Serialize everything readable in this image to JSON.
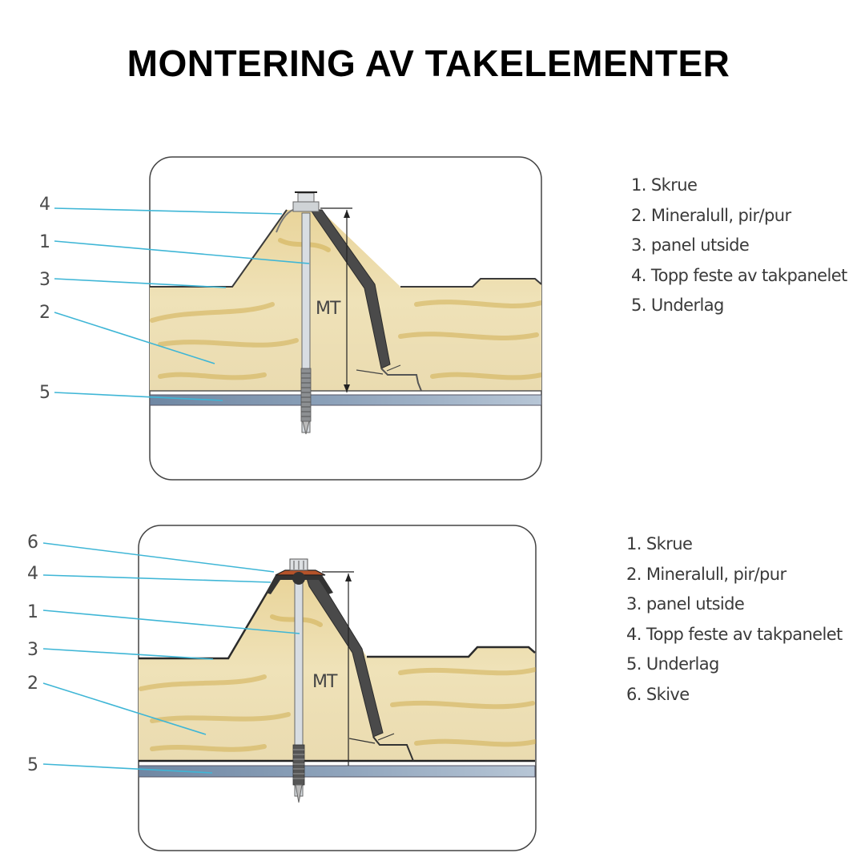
{
  "title": "MONTERING AV TAKELEMENTER",
  "colors": {
    "callout_line": "#3fb6d6",
    "wool_base": "#ecdcaa",
    "wool_streak": "#c9a33c",
    "panel_outline": "#2b2b2b",
    "underlay": "#7f97b0",
    "washer_seal": "#b5532a"
  },
  "diagrams": [
    {
      "dimension_label": "MT",
      "callouts": [
        "4",
        "1",
        "3",
        "2",
        "5"
      ],
      "legend": [
        "1. Skrue",
        "2. Mineralull, pir/pur",
        "3. panel utside",
        "4. Topp feste av takpanelet",
        "5. Underlag"
      ]
    },
    {
      "dimension_label": "MT",
      "callouts": [
        "6",
        "4",
        "1",
        "3",
        "2",
        "5"
      ],
      "legend": [
        "1. Skrue",
        "2. Mineralull, pir/pur",
        "3. panel utside",
        "4. Topp feste av takpanelet",
        "5. Underlag",
        "6. Skive"
      ]
    }
  ]
}
